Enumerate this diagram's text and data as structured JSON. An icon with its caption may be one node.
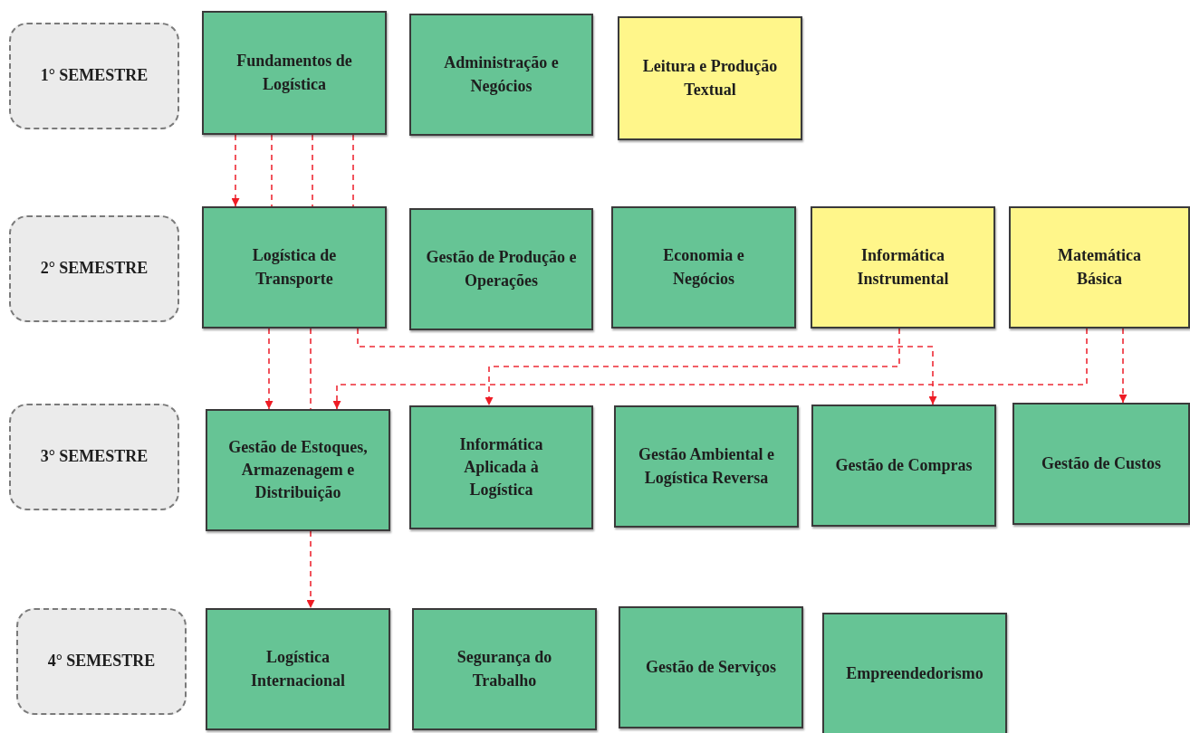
{
  "diagram": {
    "nodes": [
      {
        "text": [
          "1° SEMESTRE"
        ]
      },
      {
        "text": [
          "Fundamentos de Logística"
        ]
      },
      {
        "text": [
          "Administração e Negócios"
        ]
      },
      {
        "text": [
          "Leitura e Produção Textual"
        ]
      },
      {
        "text": [
          "2° SEMESTRE"
        ]
      },
      {
        "text": [
          "Logística de Transporte"
        ]
      },
      {
        "text": [
          "Gestão de Produção e Operações"
        ]
      },
      {
        "text": [
          "Economia e Negócios"
        ]
      },
      {
        "text": [
          "Informática Instrumental"
        ]
      },
      {
        "text": [
          "Matemática Básica"
        ]
      },
      {
        "text": [
          "3° SEMESTRE"
        ]
      },
      {
        "text": [
          "Gestão de Estoques, Armazenagem e Distribuição"
        ]
      },
      {
        "text": [
          "Informática Aplicada à Logística"
        ]
      },
      {
        "text": [
          "Gestão Ambiental e Logística Reversa"
        ]
      },
      {
        "text": [
          "Gestão de Compras"
        ]
      },
      {
        "text": [
          "Gestão de Custos"
        ]
      },
      {
        "text": [
          "4° SEMESTRE"
        ]
      },
      {
        "text": [
          "Logística Internacional"
        ]
      },
      {
        "text": [
          "Segurança do Trabalho"
        ]
      },
      {
        "text": [
          "Gestão de Serviços"
        ]
      },
      {
        "text": [
          "Empreendedorismo"
        ]
      }
    ],
    "edges": [
      {
        "from": 1,
        "to": 5,
        "arrow": "to",
        "style": "dashed"
      },
      {
        "from": 1,
        "to": 5,
        "arrow": "none",
        "style": "dashed"
      },
      {
        "from": 1,
        "to": 5,
        "arrow": "none",
        "style": "dashed"
      },
      {
        "from": 1,
        "to": 5,
        "arrow": "none",
        "style": "dashed"
      },
      {
        "from": 5,
        "to": 11,
        "arrow": "to",
        "style": "dashed"
      },
      {
        "from": 5,
        "to": 11,
        "arrow": "none",
        "style": "dashed"
      },
      {
        "from": 5,
        "to": 14,
        "arrow": "to",
        "style": "dashed"
      },
      {
        "from": 8,
        "to": 12,
        "arrow": "to",
        "style": "dashed"
      },
      {
        "from": 9,
        "to": 11,
        "arrow": "to",
        "style": "dashed"
      },
      {
        "from": 9,
        "to": 15,
        "arrow": "to",
        "style": "dashed"
      },
      {
        "from": 11,
        "to": 17,
        "arrow": "to",
        "style": "dashed"
      }
    ]
  }
}
